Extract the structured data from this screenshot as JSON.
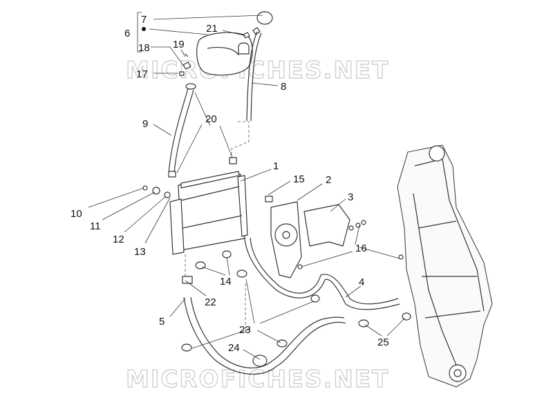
{
  "watermark_top": "MICROFICHES.NET",
  "watermark_bottom": "MICROFICHES.NET",
  "callouts": {
    "c1": "1",
    "c2": "2",
    "c3": "3",
    "c4": "4",
    "c5": "5",
    "c6": "6",
    "c7": "7",
    "c8": "8",
    "c9": "9",
    "c10": "10",
    "c11": "11",
    "c12": "12",
    "c13": "13",
    "c14": "14",
    "c15": "15",
    "c16": "16",
    "c17": "17",
    "c18": "18",
    "c19": "19",
    "c20": "20",
    "c21": "21",
    "c22": "22",
    "c23": "23",
    "c24": "24",
    "c25": "25"
  }
}
